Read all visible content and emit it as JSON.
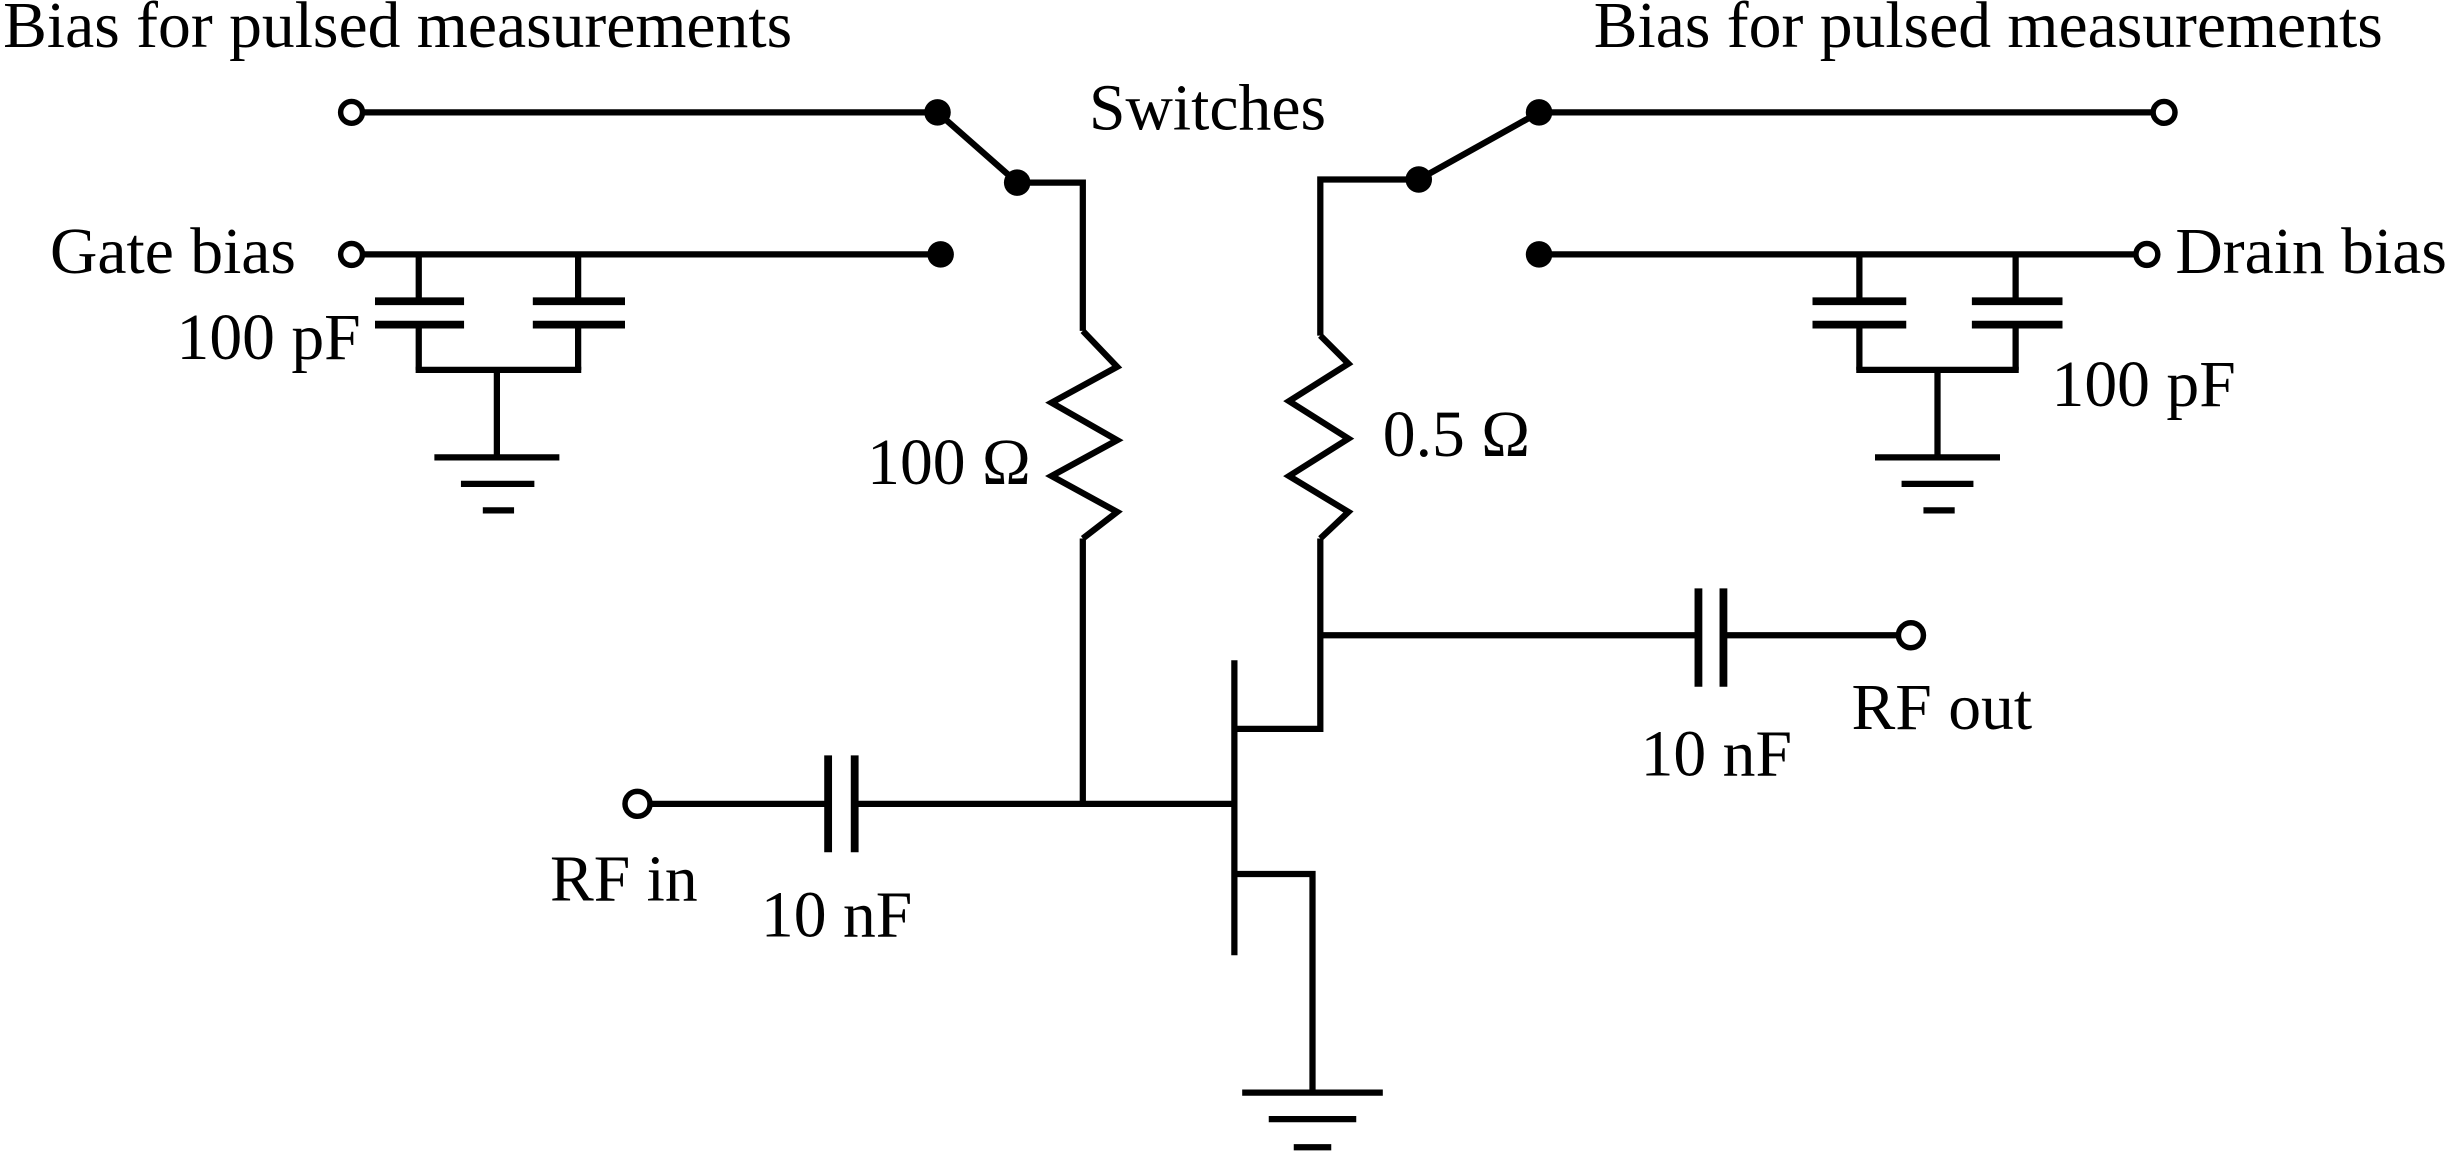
{
  "switches_label": "Switches",
  "gate_side": {
    "pulsed_bias_label": "Bias for pulsed measurements",
    "bias_label": "Gate bias",
    "decoupling_capacitor": "100 pF",
    "resistor": "100 Ω"
  },
  "drain_side": {
    "pulsed_bias_label": "Bias for pulsed measurements",
    "bias_label": "Drain bias",
    "decoupling_capacitor": "100 pF",
    "resistor": "0.5 Ω"
  },
  "rf_input": {
    "label": "RF in",
    "coupling_capacitor": "10 nF"
  },
  "rf_output": {
    "label": "RF out",
    "coupling_capacitor": "10 nF"
  },
  "colors": {
    "line": "#000000",
    "background": "#ffffff"
  }
}
